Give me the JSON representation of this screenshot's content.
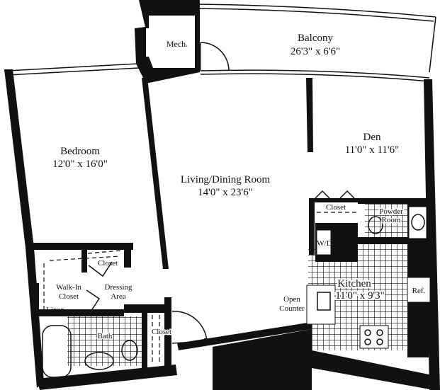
{
  "plan": {
    "rooms": {
      "balcony": {
        "name": "Balcony",
        "size": "26'3\" x 6'6\""
      },
      "mech": {
        "name": "Mech."
      },
      "bedroom": {
        "name": "Bedroom",
        "size": "12'0\" x 16'0\""
      },
      "living": {
        "name": "Living/Dining Room",
        "size": "14'0\" x 23'6\""
      },
      "den": {
        "name": "Den",
        "size": "11'0\" x 11'6\""
      },
      "kitchen": {
        "name": "Kitchen",
        "size": "11'0\" x 9'3\""
      },
      "powder": {
        "line1": "Powder",
        "line2": "Room"
      },
      "closet_kitchen": {
        "name": "Closet"
      },
      "wd": {
        "name": "W/D"
      },
      "ref": {
        "name": "Ref."
      },
      "open_counter": {
        "line1": "Open",
        "line2": "Counter"
      },
      "closet_bed": {
        "name": "Closet"
      },
      "walkin": {
        "line1": "Walk-In",
        "line2": "Closet"
      },
      "dressing": {
        "line1": "Dressing",
        "line2": "Area"
      },
      "linen": {
        "name": "Linen"
      },
      "bath": {
        "name": "Bath"
      },
      "closet_entry": {
        "name": "Closet"
      }
    },
    "colors": {
      "wall": "#111111",
      "background": "#ffffff"
    }
  }
}
